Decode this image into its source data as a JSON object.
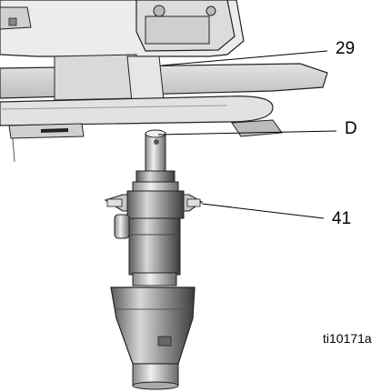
{
  "callouts": {
    "frame_part": "29",
    "shaft_end": "D",
    "housing_part": "41"
  },
  "figure_id": "ti10171a"
}
